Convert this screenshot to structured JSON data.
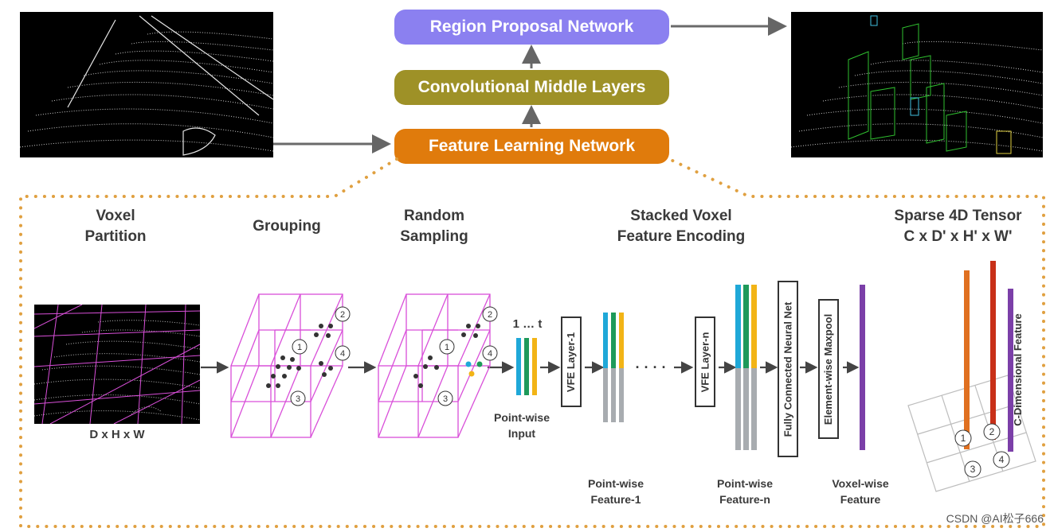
{
  "top": {
    "rpn_label": "Region Proposal Network",
    "cml_label": "Convolutional Middle Layers",
    "fln_label": "Feature Learning Network"
  },
  "stages": {
    "voxel_partition": "Voxel\nPartition",
    "grouping": "Grouping",
    "random_sampling": "Random\nSampling",
    "svfe": "Stacked Voxel\nFeature Encoding",
    "sparse_tensor": "Sparse 4D Tensor\nC x D' x H' x W'"
  },
  "captions": {
    "dhw": "D x H x W",
    "one_to_t": "1 … t",
    "pointwise_input": "Point-wise\nInput",
    "pointwise_feature_1": "Point-wise\nFeature-1",
    "pointwise_feature_n": "Point-wise\nFeature-n",
    "voxelwise_feature": "Voxel-wise\nFeature",
    "c_dimensional": "C-Dimensional Feature",
    "ellipsis": "· · · ·"
  },
  "layers": {
    "vfe1": "VFE Layer-1",
    "vfen": "VFE Layer-n",
    "fcn": "Fully Connected Neural Net",
    "maxpool": "Element-wise Maxpool"
  },
  "voxel_numbers": [
    "1",
    "2",
    "3",
    "4"
  ],
  "watermark": "CSDN @AI松子666",
  "colors": {
    "rpn": "#8b80f0",
    "cml": "#9e9127",
    "fln": "#e07b0c",
    "dotted_border": "#e0a040",
    "voxel_magenta": "#d94fd9",
    "feat_blue": "#1fa8d8",
    "feat_green": "#1e9a5a",
    "feat_yellow": "#f2b416",
    "feat_gray": "#a8acb0",
    "voxel_purple": "#7b3fa8",
    "tensor_orange": "#e07020",
    "tensor_red": "#c83018"
  }
}
